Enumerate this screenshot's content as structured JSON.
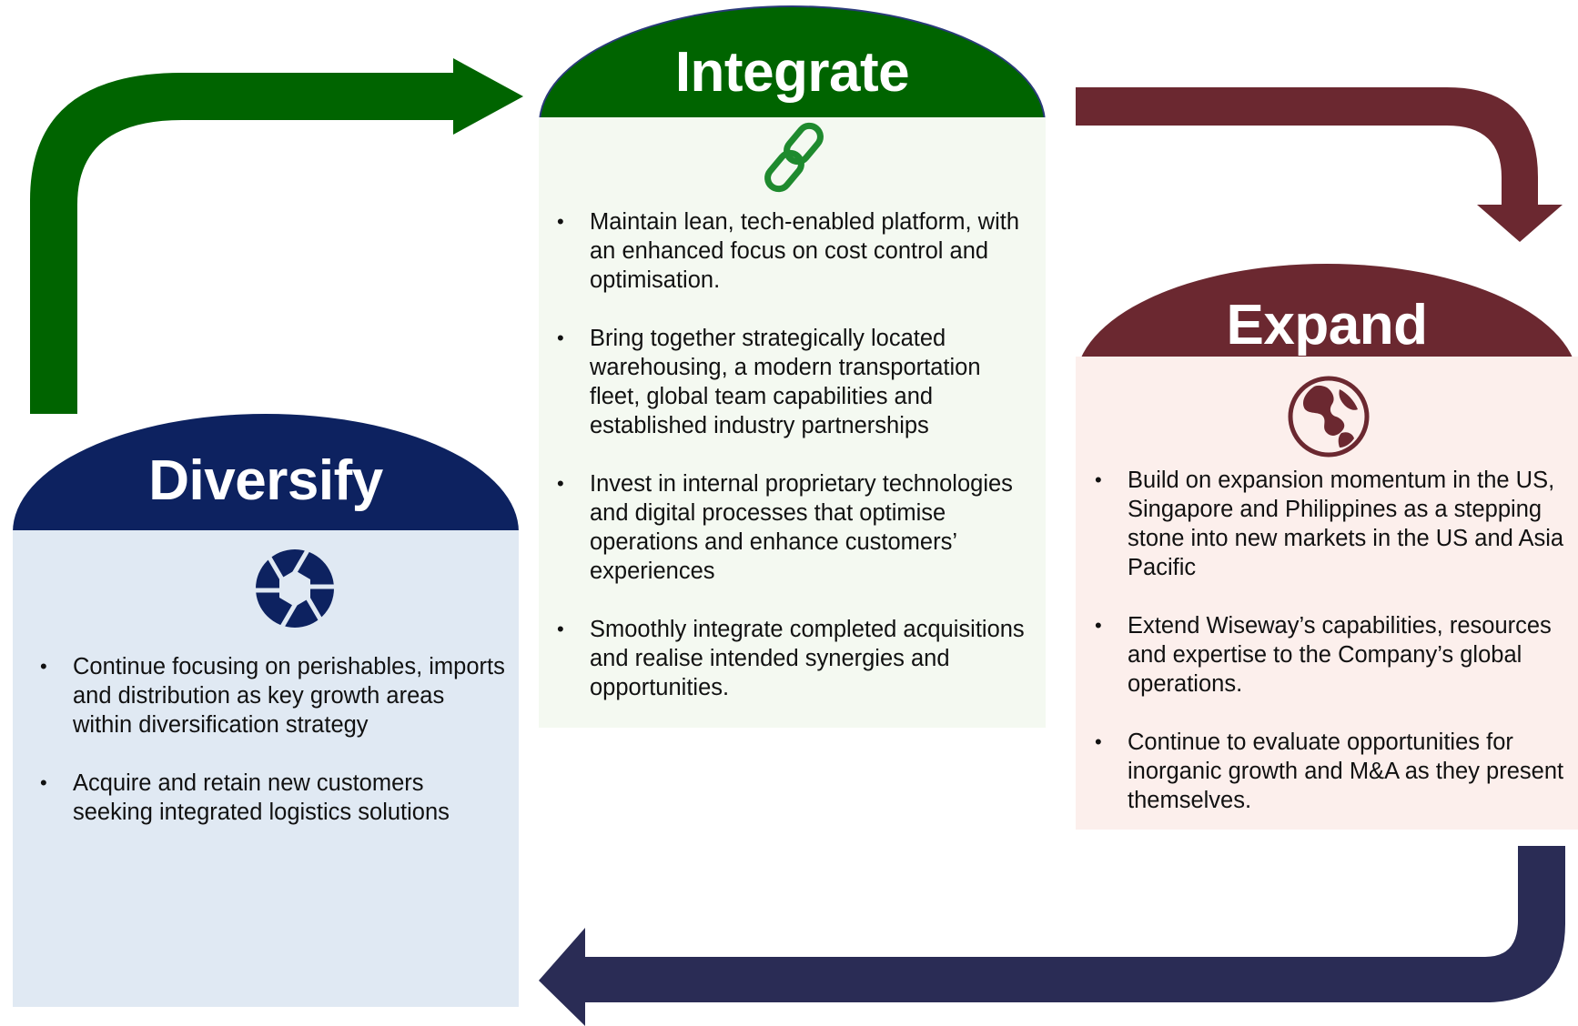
{
  "colors": {
    "integrate": "#006400",
    "expand": "#6B2830",
    "diversify": "#0D2260",
    "return_arrow": "#2A2C55",
    "integrate_bg": "#F4F9F1",
    "expand_bg": "#FCEFEC",
    "diversify_bg": "#E0E9F3"
  },
  "integrate": {
    "title": "Integrate",
    "icon": "chain-link-icon",
    "bullets": [
      "Maintain lean, tech-enabled platform, with an enhanced focus on cost control and optimisation.",
      "Bring together strategically located warehousing, a modern transportation fleet, global team capabilities and established industry partnerships",
      "Invest in internal proprietary technologies and digital processes that optimise operations and enhance customers’ experiences",
      "Smoothly integrate completed acquisitions and realise intended synergies and opportunities."
    ]
  },
  "expand": {
    "title": "Expand",
    "icon": "globe-icon",
    "bullets": [
      "Build on expansion momentum in the US, Singapore and Philippines as a stepping stone into new markets in the US and Asia Pacific",
      "Extend Wiseway’s capabilities, resources and expertise to the Company’s global operations.",
      "Continue to evaluate opportunities for inorganic growth and M&A as they present themselves."
    ]
  },
  "diversify": {
    "title": "Diversify",
    "icon": "aperture-icon",
    "bullets": [
      "Continue focusing on perishables, imports and distribution as key growth areas within diversification strategy",
      "Acquire and retain new customers seeking integrated logistics solutions"
    ]
  }
}
